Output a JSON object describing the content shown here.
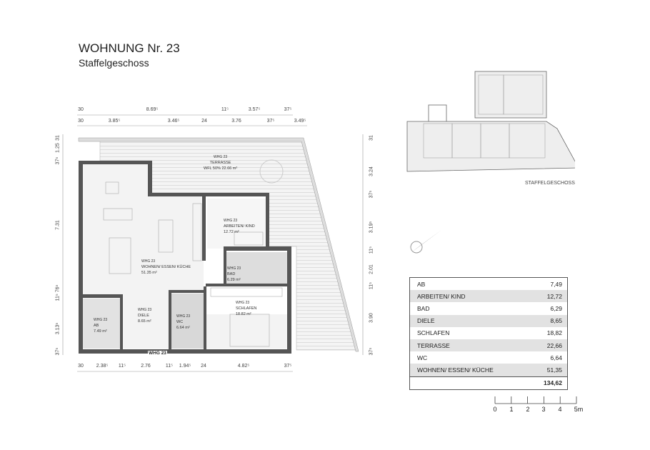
{
  "header": {
    "title": "WOHNUNG Nr. 23",
    "subtitle": "Staffelgeschoss"
  },
  "dims": {
    "top1": [
      "30",
      "8.69⁵",
      "11⁵",
      "3.57⁵",
      "37⁵"
    ],
    "top2": [
      "30",
      "3.85⁵",
      "3.46⁵",
      "24",
      "3.76",
      "37⁵",
      "3.49⁵"
    ],
    "bottom": [
      "30",
      "2.38⁵",
      "11⁵",
      "2.76",
      "11⁵",
      "1.94⁵",
      "24",
      "4.82⁵",
      "37⁵"
    ],
    "left": [
      "31",
      "1.25",
      "37⁵",
      "7.31",
      "11⁵ 76⁵",
      "3.13⁵",
      "37⁵"
    ],
    "right": [
      "31",
      "3.24",
      "37⁵",
      "3.19⁵",
      "11⁵",
      "2.01",
      "11⁵",
      "3.90",
      "37⁵"
    ]
  },
  "rooms": {
    "terrasse": {
      "unit": "WHG 23",
      "name": "TERRASSE",
      "area": "WFL 50%   22.66 m²"
    },
    "wohnen": {
      "unit": "WHG 23",
      "name": "WOHNEN/ ESSEN/ KÜCHE",
      "area": "51.35 m²"
    },
    "arbeiten": {
      "unit": "WHG 23",
      "name": "ARBEITEN/ KIND",
      "area": "12.72 m²"
    },
    "bad": {
      "unit": "WHG 23",
      "name": "BAD",
      "area": "6.29 m²"
    },
    "ab": {
      "unit": "WHG 23",
      "name": "AB",
      "area": "7.49 m²"
    },
    "diele": {
      "unit": "WHG 23",
      "name": "DIELE",
      "area": "8.65 m²"
    },
    "wc": {
      "unit": "WHG 23",
      "name": "WC",
      "area": "6.64 m²"
    },
    "schlafen": {
      "unit": "WHG 23",
      "name": "SCHLAFEN",
      "area": "18.82 m²"
    },
    "entry": "WHG 23"
  },
  "site_plan": {
    "label": "STAFFELGESCHOSS"
  },
  "area_table": {
    "rows": [
      {
        "name": "AB",
        "value": "7,49"
      },
      {
        "name": "ARBEITEN/ KIND",
        "value": "12,72"
      },
      {
        "name": "BAD",
        "value": "6,29"
      },
      {
        "name": "DIELE",
        "value": "8,65"
      },
      {
        "name": "SCHLAFEN",
        "value": "18,82"
      },
      {
        "name": "TERRASSE",
        "value": "22,66"
      },
      {
        "name": "WC",
        "value": "6,64"
      },
      {
        "name": "WOHNEN/ ESSEN/ KÜCHE",
        "value": "51,35"
      }
    ],
    "total": "134,62"
  },
  "scale_bar": [
    "0",
    "1",
    "2",
    "3",
    "4",
    "5m"
  ]
}
